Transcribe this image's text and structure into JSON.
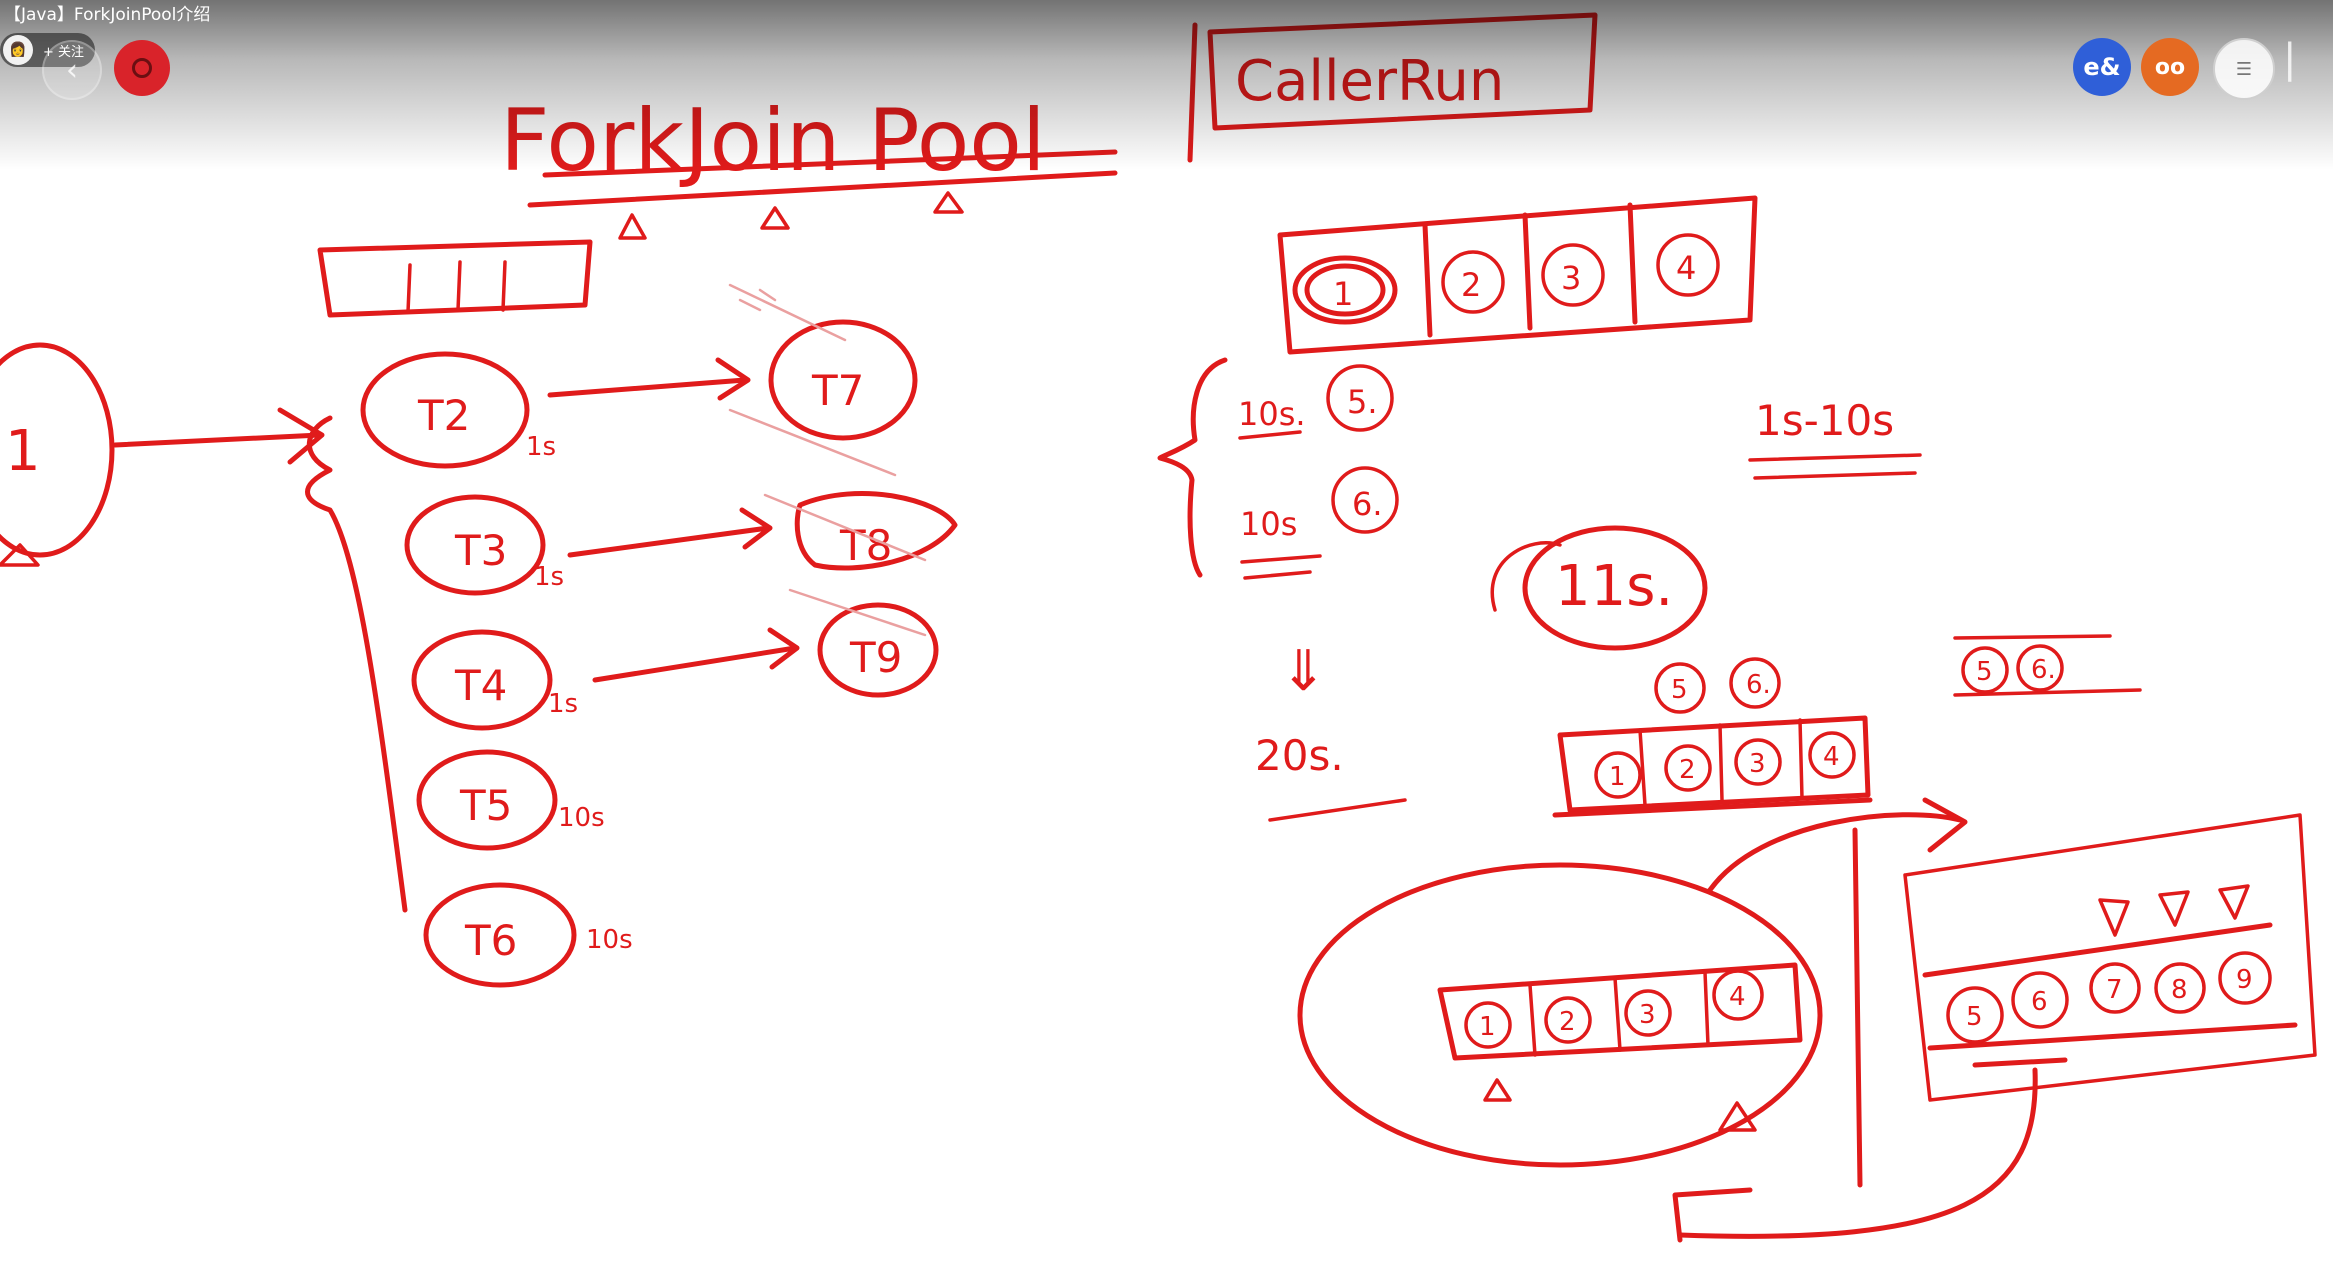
{
  "player": {
    "video_title": "【Java】ForkJoinPool介绍",
    "follow_label": "+ 关注",
    "uploader_avatar_glyph": "👩",
    "back_icon_glyph": "‹",
    "controls": {
      "blue_label": "e&",
      "orange_label": "oo",
      "menu_glyph": "☰",
      "edge_glyph": "|"
    }
  },
  "whiteboard": {
    "ink_color": "#e01b1b",
    "left": {
      "title": "ForkJoin Pool",
      "origin_task": "1",
      "tasks": [
        {
          "label": "T2",
          "time": "1s"
        },
        {
          "label": "T3",
          "time": "1s"
        },
        {
          "label": "T4",
          "time": "1s"
        },
        {
          "label": "T5",
          "time": "10s"
        },
        {
          "label": "T6",
          "time": "10s"
        }
      ],
      "subtasks": [
        {
          "label": "T7"
        },
        {
          "label": "T8"
        },
        {
          "label": "T9"
        }
      ]
    },
    "right": {
      "title": "CallerRun",
      "queue_top": [
        "1",
        "2",
        "3",
        "4"
      ],
      "pending": [
        {
          "time": "10s.",
          "num": "5."
        },
        {
          "time": "10s",
          "num": "6."
        }
      ],
      "arrow": "⇓",
      "total": "20s.",
      "range": "1s-10s",
      "eleven": "11s.",
      "pair_small": [
        "5",
        "6."
      ],
      "pair_right": [
        "5",
        "6."
      ],
      "queue_mid": [
        "1",
        "2",
        "3",
        "4"
      ],
      "queue_left_oval": [
        "1",
        "2",
        "3",
        "4"
      ],
      "queue_right_box": [
        "5",
        "6",
        "7",
        "8",
        "9"
      ]
    }
  }
}
